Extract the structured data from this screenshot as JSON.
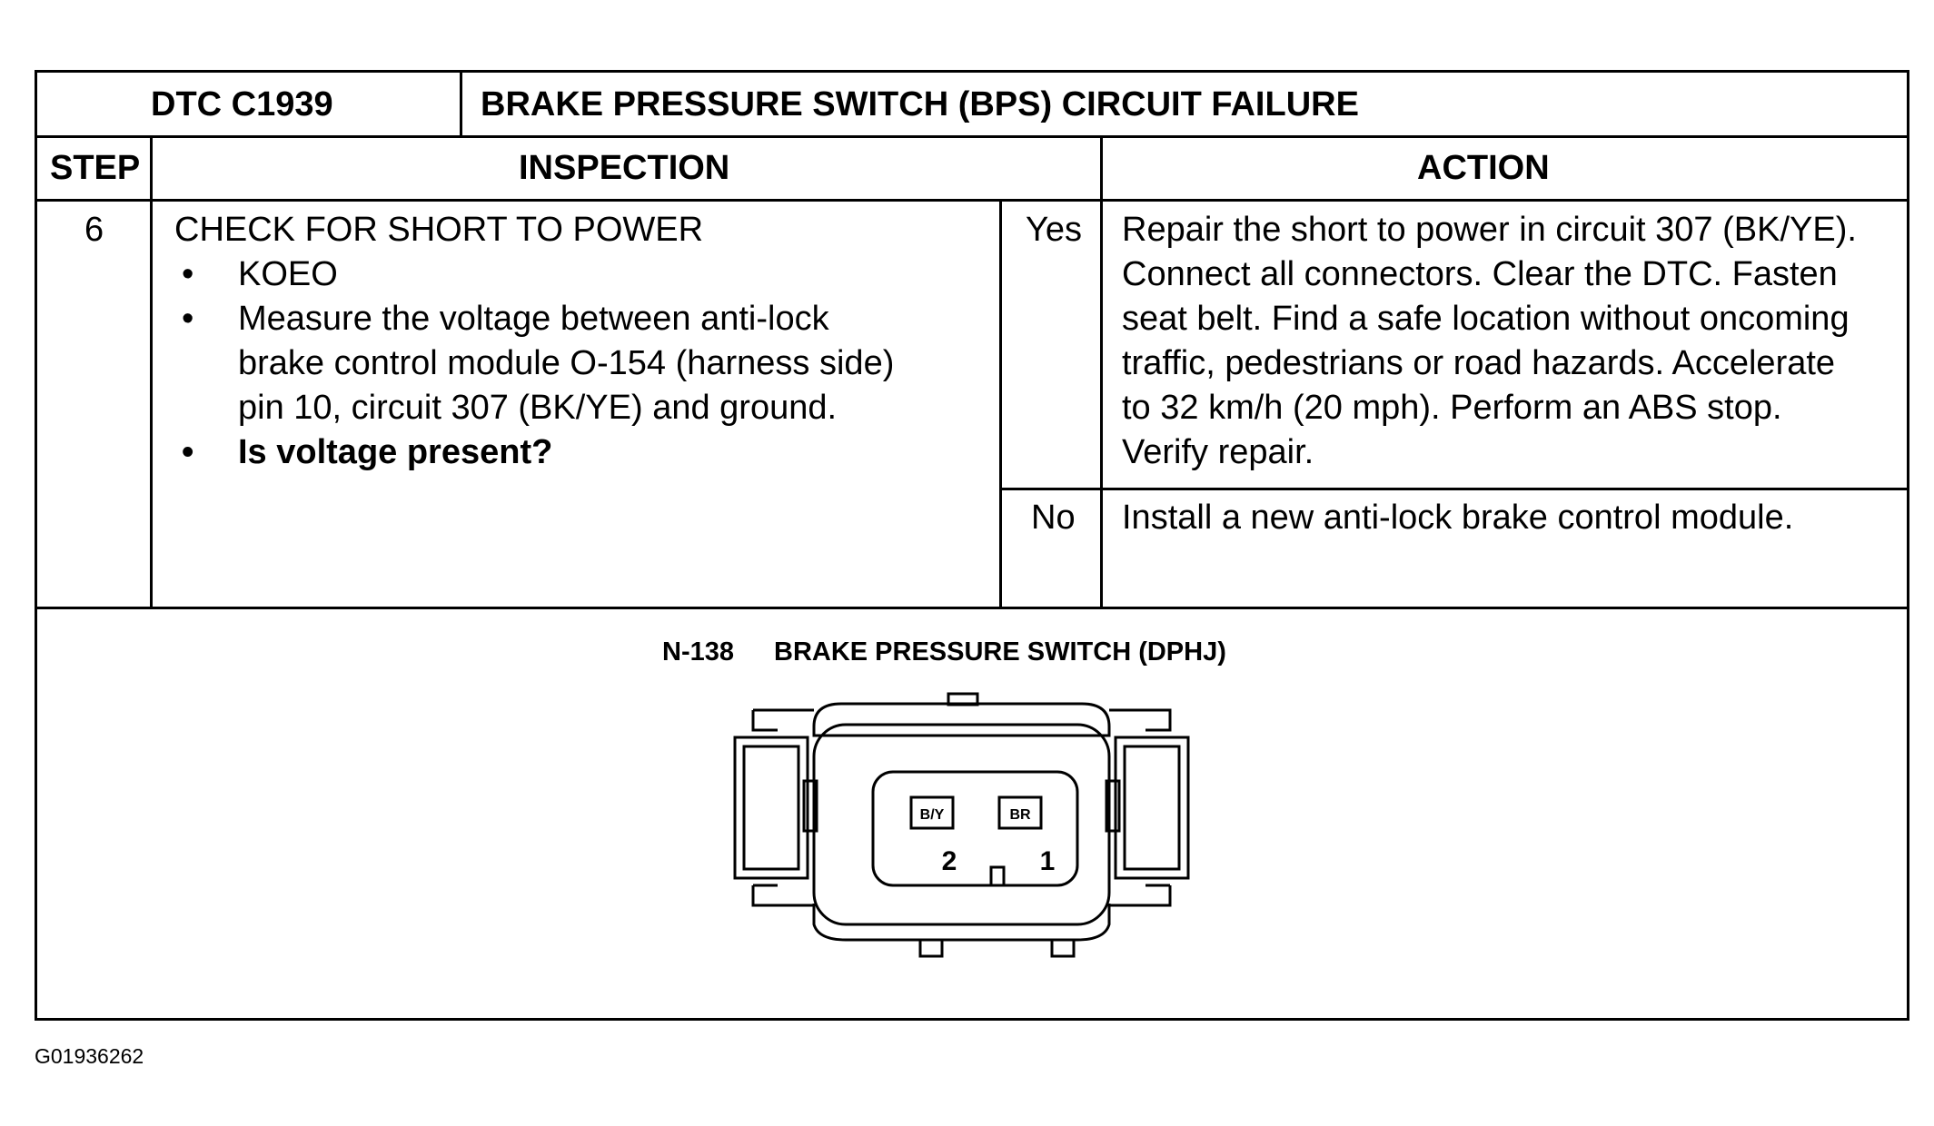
{
  "header": {
    "dtc": "DTC C1939",
    "title": "BRAKE PRESSURE SWITCH (BPS) CIRCUIT FAILURE"
  },
  "columns": {
    "step": "STEP",
    "inspection": "INSPECTION",
    "action": "ACTION"
  },
  "step": {
    "number": "6",
    "heading": "CHECK FOR SHORT TO POWER",
    "bullets": [
      {
        "lines": [
          "KOEO"
        ],
        "bold": false
      },
      {
        "lines": [
          "Measure the voltage between anti-lock",
          "brake control module O-154 (harness side)",
          "pin 10, circuit 307 (BK/YE) and ground."
        ],
        "bold": false
      },
      {
        "lines": [
          "Is voltage present?"
        ],
        "bold": true
      }
    ],
    "bullet_glyph": "•"
  },
  "answers": {
    "yes_label": "Yes",
    "yes_action_lines": [
      "Repair the short to power in circuit 307 (BK/YE).",
      "Connect all connectors. Clear the DTC. Fasten",
      "seat belt. Find a safe location without oncoming",
      "traffic, pedestrians or road hazards. Accelerate",
      "to 32 km/h (20 mph). Perform an ABS stop.",
      "Verify repair."
    ],
    "no_label": "No",
    "no_action": "Install a new anti-lock brake control module."
  },
  "diagram": {
    "connector_id": "N-138",
    "connector_name": "BRAKE PRESSURE SWITCH (DPHJ)",
    "pins": [
      {
        "number": "2",
        "wire": "B/Y"
      },
      {
        "number": "1",
        "wire": "BR"
      }
    ]
  },
  "footer": {
    "code": "G01936262"
  }
}
